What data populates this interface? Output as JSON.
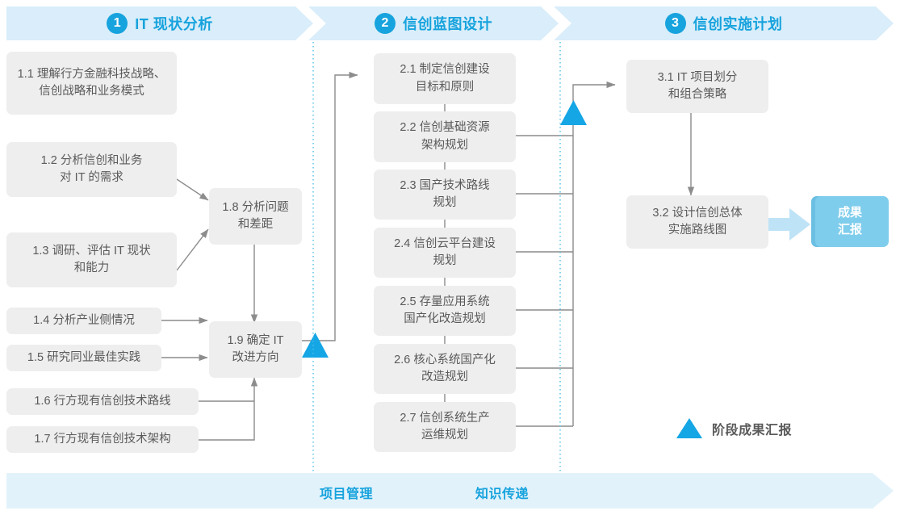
{
  "phases": [
    {
      "number": "1",
      "title": "IT 现状分析"
    },
    {
      "number": "2",
      "title": "信创蓝图设计"
    },
    {
      "number": "3",
      "title": "信创实施计划"
    }
  ],
  "tasks": {
    "phase1": [
      {
        "id": "1.1",
        "label": "1.1 理解行方金融科技战略、\n信创战略和业务模式"
      },
      {
        "id": "1.2",
        "label": "1.2 分析信创和业务\n对 IT 的需求"
      },
      {
        "id": "1.3",
        "label": "1.3 调研、评估 IT 现状\n和能力"
      },
      {
        "id": "1.4",
        "label": "1.4 分析产业侧情况"
      },
      {
        "id": "1.5",
        "label": "1.5 研究同业最佳实践"
      },
      {
        "id": "1.6",
        "label": "1.6 行方现有信创技术路线"
      },
      {
        "id": "1.7",
        "label": "1.7 行方现有信创技术架构"
      },
      {
        "id": "1.8",
        "label": "1.8 分析问题\n和差距"
      },
      {
        "id": "1.9",
        "label": "1.9 确定 IT\n改进方向"
      }
    ],
    "phase2": [
      {
        "id": "2.1",
        "label": "2.1 制定信创建设\n目标和原则"
      },
      {
        "id": "2.2",
        "label": "2.2 信创基础资源\n架构规划"
      },
      {
        "id": "2.3",
        "label": "2.3 国产技术路线\n规划"
      },
      {
        "id": "2.4",
        "label": "2.4 信创云平台建设\n规划"
      },
      {
        "id": "2.5",
        "label": "2.5 存量应用系统\n国产化改造规划"
      },
      {
        "id": "2.6",
        "label": "2.6 核心系统国产化\n改造规划"
      },
      {
        "id": "2.7",
        "label": "2.7 信创系统生产\n运维规划"
      }
    ],
    "phase3": [
      {
        "id": "3.1",
        "label": "3.1 IT 项目划分\n和组合策略"
      },
      {
        "id": "3.2",
        "label": "3.2 设计信创总体\n实施路线图"
      }
    ]
  },
  "result": {
    "label": "成果\n汇报"
  },
  "legend": {
    "label": "阶段成果汇报"
  },
  "bottom": {
    "items": [
      "项目管理",
      "知识传递"
    ]
  },
  "colors": {
    "accent": "#17a3dd",
    "band": "#d9edfa",
    "band_bottom": "#e2f2fb",
    "box": "#eeeeee",
    "box_text": "#5a5a5a",
    "result": "#7fcdec",
    "triangle": "#15a6e5",
    "wire": "#8c8c8c",
    "divider": "#4fc0e8"
  }
}
